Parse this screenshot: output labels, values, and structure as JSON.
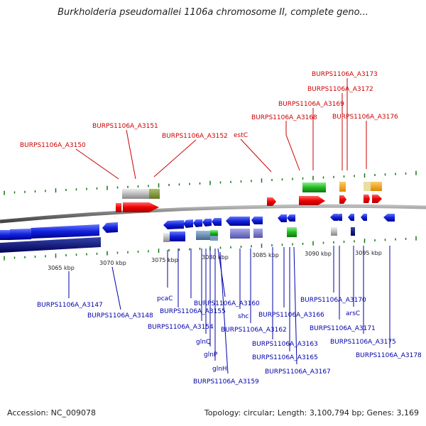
{
  "title": "Burkholderia pseudomallei 1106a chromosome II, complete geno...",
  "footer": {
    "accession": "Accession: NC_009078",
    "summary": "Topology: circular; Length: 3,100,794 bp; Genes: 3,169"
  },
  "scale_labels": [
    "3065 kbp",
    "3070 kbp",
    "3075 kbp",
    "3080 kbp",
    "3085 kbp",
    "3090 kbp",
    "3095 kbp"
  ],
  "forward_genes": [
    "BURPS1106A_A3150",
    "BURPS1106A_A3151",
    "BURPS1106A_A3152",
    "estC",
    "BURPS1106A_A3168",
    "BURPS1106A_A3169",
    "BURPS1106A_A3172",
    "BURPS1106A_A3173",
    "BURPS1106A_A3176"
  ],
  "reverse_genes": [
    "BURPS1106A_A3147",
    "BURPS1106A_A3148",
    "pcaC",
    "BURPS1106A_A3155",
    "BURPS1106A_A3154",
    "glnQ",
    "glnP",
    "glnH",
    "BURPS1106A_A3159",
    "BURPS1106A_A3160",
    "shc",
    "BURPS1106A_A3162",
    "BURPS1106A_A3163",
    "BURPS1106A_A3165",
    "BURPS1106A_A3166",
    "BURPS1106A_A3167",
    "BURPS1106A_A3170",
    "arsC",
    "BURPS1106A_A3171",
    "BURPS1106A_A3175",
    "BURPS1106A_A3178"
  ],
  "colors": {
    "forward": "#cc0000",
    "reverse": "#0000aa",
    "backbone": "#808080"
  }
}
